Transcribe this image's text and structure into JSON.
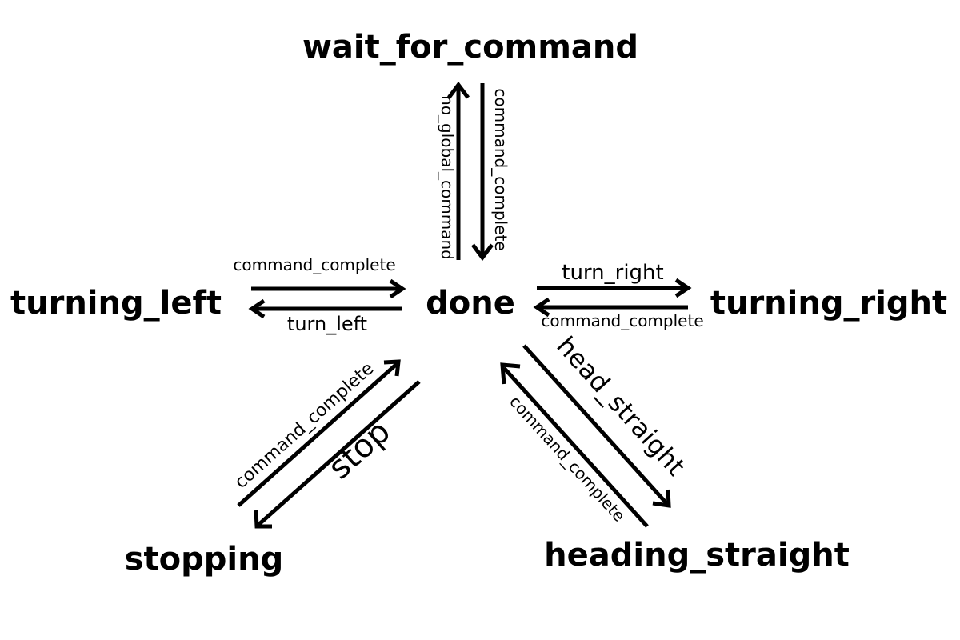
{
  "states": {
    "wait_for_command": "wait_for_command",
    "done": "done",
    "turning_left": "turning_left",
    "turning_right": "turning_right",
    "stopping": "stopping",
    "heading_straight": "heading_straight"
  },
  "transitions": {
    "wait_to_done": "command_complete",
    "done_to_wait": "no_global_command",
    "left_to_done": "command_complete",
    "done_to_left": "turn_left",
    "done_to_right": "turn_right",
    "right_to_done": "command_complete",
    "stopping_to_done": "command_complete",
    "done_to_stopping": "stop",
    "done_to_straight": "head_straight",
    "straight_to_done": "command_complete"
  }
}
